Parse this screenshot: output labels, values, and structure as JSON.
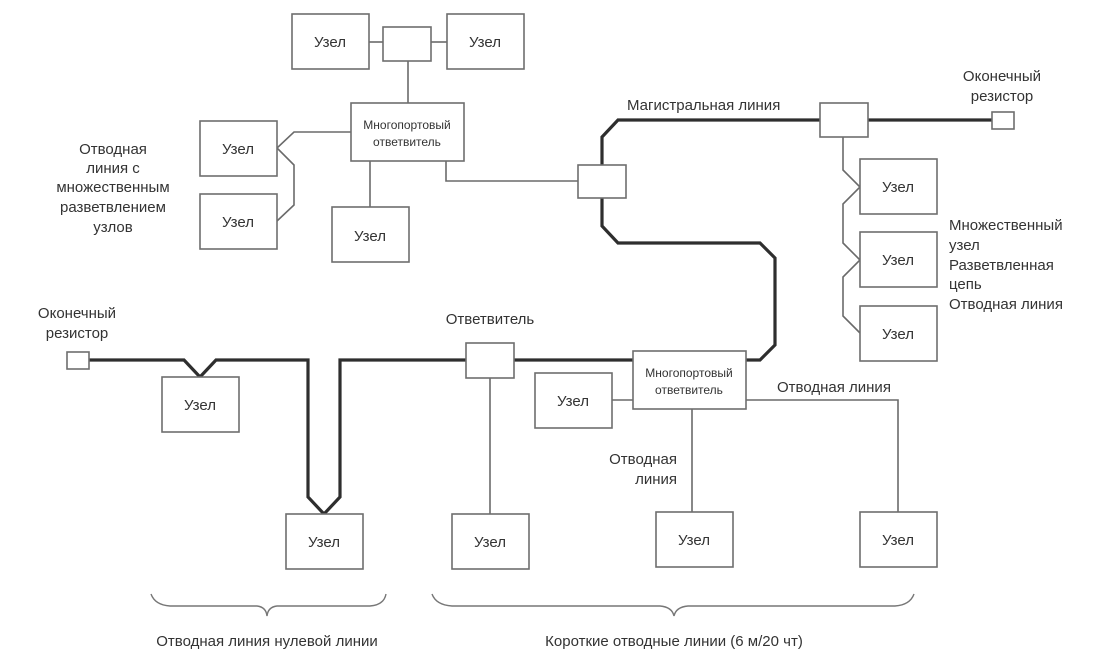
{
  "diagram": {
    "node_label": "Узел",
    "multiport_coupler": [
      "Многопортовый",
      "ответвитель"
    ],
    "labels": {
      "trunk_line": "Магистральная линия",
      "terminator_right": [
        "Оконечный",
        "резистор"
      ],
      "terminator_left": [
        "Оконечный",
        "резистор"
      ],
      "multi_branch_left": [
        "Отводная",
        "линия с",
        "множественным",
        "разветвлением",
        "узлов"
      ],
      "multi_node_right": [
        "Множественный",
        "узел",
        "Разветвленная",
        "цепь",
        "Отводная линия"
      ],
      "coupler": "Ответвитель",
      "drop_line_right": "Отводная линия",
      "drop_line_center": [
        "Отводная",
        "линия"
      ],
      "brace_left": "Отводная линия нулевой линии",
      "brace_right": "Короткие отводные линии (6 м/20 чт)"
    }
  }
}
